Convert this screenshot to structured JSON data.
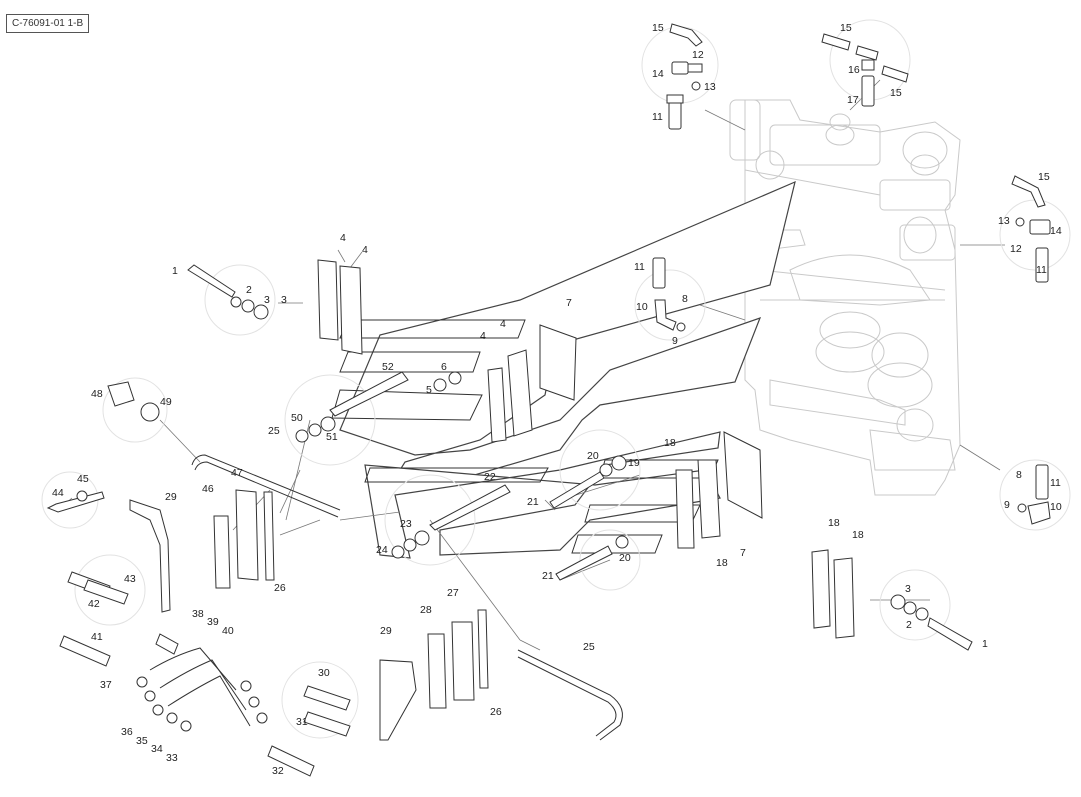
{
  "diagram_ref": "C-76091-01 1-B",
  "callouts": [
    {
      "id": "c15a",
      "text": "15"
    },
    {
      "id": "c12a",
      "text": "12"
    },
    {
      "id": "c14a",
      "text": "14"
    },
    {
      "id": "c13a",
      "text": "13"
    },
    {
      "id": "c11a",
      "text": "11"
    },
    {
      "id": "c15b",
      "text": "15"
    },
    {
      "id": "c16",
      "text": "16"
    },
    {
      "id": "c17",
      "text": "17"
    },
    {
      "id": "c15c",
      "text": "15"
    },
    {
      "id": "c15d",
      "text": "15"
    },
    {
      "id": "c13b",
      "text": "13"
    },
    {
      "id": "c14b",
      "text": "14"
    },
    {
      "id": "c12b",
      "text": "12"
    },
    {
      "id": "c11b",
      "text": "11"
    },
    {
      "id": "c11c",
      "text": "11"
    },
    {
      "id": "c8a",
      "text": "8"
    },
    {
      "id": "c10a",
      "text": "10"
    },
    {
      "id": "c9a",
      "text": "9"
    },
    {
      "id": "c8b",
      "text": "8"
    },
    {
      "id": "c11d",
      "text": "11"
    },
    {
      "id": "c9b",
      "text": "9"
    },
    {
      "id": "c10b",
      "text": "10"
    },
    {
      "id": "c4a",
      "text": "4"
    },
    {
      "id": "c4b",
      "text": "4"
    },
    {
      "id": "c1a",
      "text": "1"
    },
    {
      "id": "c2a",
      "text": "2"
    },
    {
      "id": "c3a",
      "text": "3"
    },
    {
      "id": "c3b",
      "text": "3"
    },
    {
      "id": "c4c",
      "text": "4"
    },
    {
      "id": "c4d",
      "text": "4"
    },
    {
      "id": "c7a",
      "text": "7"
    },
    {
      "id": "c52",
      "text": "52"
    },
    {
      "id": "c6",
      "text": "6"
    },
    {
      "id": "c5",
      "text": "5"
    },
    {
      "id": "c48",
      "text": "48"
    },
    {
      "id": "c49",
      "text": "49"
    },
    {
      "id": "c50",
      "text": "50"
    },
    {
      "id": "c51",
      "text": "51"
    },
    {
      "id": "c25a",
      "text": "25"
    },
    {
      "id": "c47",
      "text": "47"
    },
    {
      "id": "c46",
      "text": "46"
    },
    {
      "id": "c26a",
      "text": "26"
    },
    {
      "id": "c45",
      "text": "45"
    },
    {
      "id": "c44",
      "text": "44"
    },
    {
      "id": "c29a",
      "text": "29"
    },
    {
      "id": "c22",
      "text": "22"
    },
    {
      "id": "c23",
      "text": "23"
    },
    {
      "id": "c24",
      "text": "24"
    },
    {
      "id": "c20a",
      "text": "20"
    },
    {
      "id": "c19",
      "text": "19"
    },
    {
      "id": "c21a",
      "text": "21"
    },
    {
      "id": "c18a",
      "text": "18"
    },
    {
      "id": "c20b",
      "text": "20"
    },
    {
      "id": "c21b",
      "text": "21"
    },
    {
      "id": "c18b",
      "text": "18"
    },
    {
      "id": "c7b",
      "text": "7"
    },
    {
      "id": "c18c",
      "text": "18"
    },
    {
      "id": "c18d",
      "text": "18"
    },
    {
      "id": "c3c",
      "text": "3"
    },
    {
      "id": "c2b",
      "text": "2"
    },
    {
      "id": "c1b",
      "text": "1"
    },
    {
      "id": "c43",
      "text": "43"
    },
    {
      "id": "c42",
      "text": "42"
    },
    {
      "id": "c41",
      "text": "41"
    },
    {
      "id": "c38",
      "text": "38"
    },
    {
      "id": "c39",
      "text": "39"
    },
    {
      "id": "c40",
      "text": "40"
    },
    {
      "id": "c37",
      "text": "37"
    },
    {
      "id": "c36",
      "text": "36"
    },
    {
      "id": "c35",
      "text": "35"
    },
    {
      "id": "c34",
      "text": "34"
    },
    {
      "id": "c33",
      "text": "33"
    },
    {
      "id": "c30",
      "text": "30"
    },
    {
      "id": "c31",
      "text": "31"
    },
    {
      "id": "c32",
      "text": "32"
    },
    {
      "id": "c28",
      "text": "28"
    },
    {
      "id": "c27",
      "text": "27"
    },
    {
      "id": "c29b",
      "text": "29"
    },
    {
      "id": "c26b",
      "text": "26"
    },
    {
      "id": "c25b",
      "text": "25"
    }
  ]
}
